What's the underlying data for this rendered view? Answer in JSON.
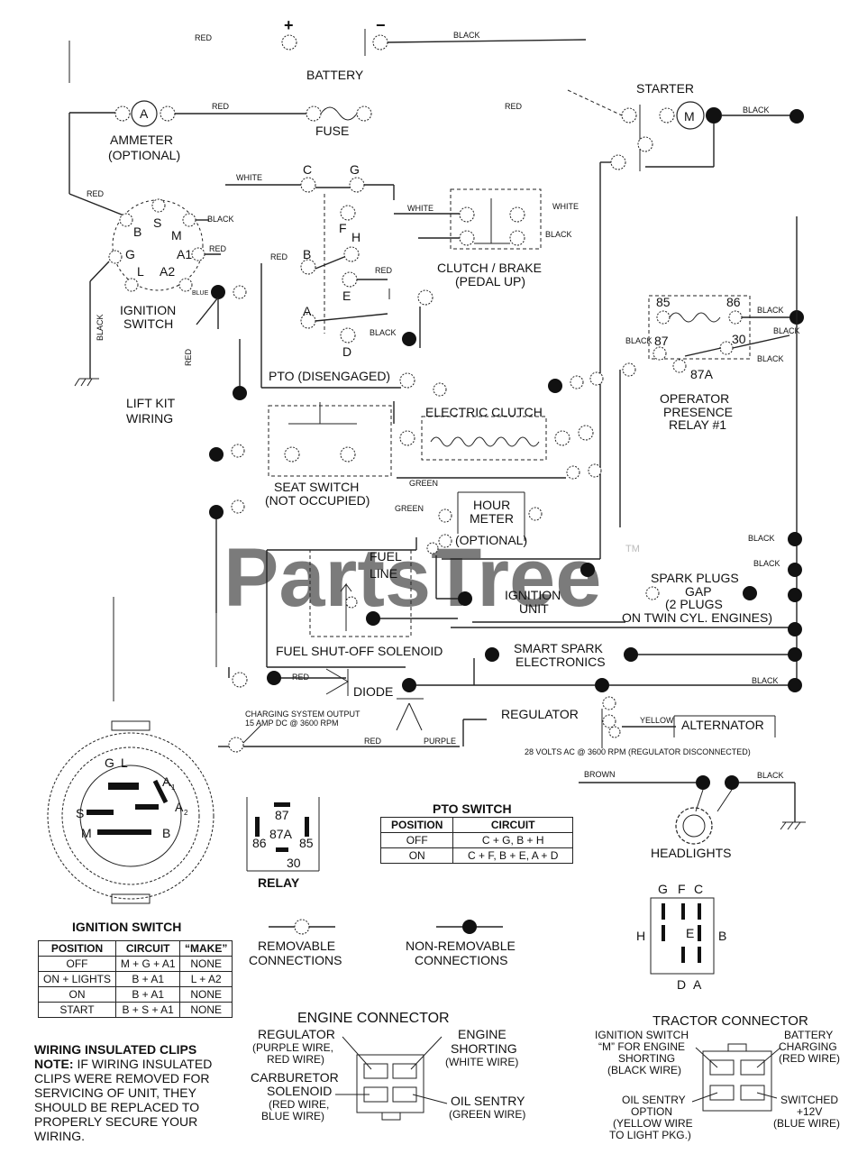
{
  "watermark": "PartsTree",
  "watermark_tm": "TM",
  "battery": {
    "plus": "+",
    "minus": "−",
    "title": "BATTERY",
    "wire_red": "RED",
    "wire_black": "BLACK"
  },
  "ammeter": {
    "symbol": "A",
    "title": "AMMETER",
    "sub": "(OPTIONAL)",
    "wire_red": "RED"
  },
  "fuse": {
    "title": "FUSE"
  },
  "starter": {
    "title": "STARTER",
    "symbol": "M",
    "wire_red": "RED",
    "wire_black": "BLACK"
  },
  "ignition_switch_block": {
    "terminals": [
      "B",
      "S",
      "M",
      "G",
      "A1",
      "L",
      "A2"
    ],
    "title1": "IGNITION",
    "title2": "SWITCH",
    "wires": {
      "red_top": "RED",
      "black": "BLACK",
      "red_right": "RED",
      "blue": "BLUE",
      "black_vertical": "BLACK",
      "red_vertical": "RED"
    }
  },
  "pto_block": {
    "terminals": [
      "C",
      "G",
      "F",
      "H",
      "B",
      "E",
      "A",
      "D"
    ],
    "wire_white": "WHITE",
    "wire_red_left": "RED",
    "wire_red_right": "RED",
    "wire_black": "BLACK",
    "title": "PTO (DISENGAGED)"
  },
  "clutch_brake": {
    "title1": "CLUTCH / BRAKE",
    "title2": "(PEDAL UP)",
    "wire_white_left": "WHITE",
    "wire_white_right": "WHITE",
    "wire_black": "BLACK"
  },
  "relay_block": {
    "t85": "85",
    "t86": "86",
    "t87": "87",
    "t30": "30",
    "t87a": "87A",
    "title1": "OPERATOR",
    "title2": "PRESENCE",
    "title3": "RELAY #1",
    "wire_black1": "BLACK",
    "wire_black2": "BLACK",
    "wire_black3": "BLACK",
    "wire_black4": "BLACK"
  },
  "lift_kit": {
    "title1": "LIFT KIT",
    "title2": "WIRING"
  },
  "electric_clutch": {
    "title": "ELECTRIC CLUTCH"
  },
  "seat_switch": {
    "title1": "SEAT SWITCH",
    "title2": "(NOT OCCUPIED)",
    "wire_green": "GREEN"
  },
  "hour_meter": {
    "title1": "HOUR",
    "title2": "METER",
    "sub": "(OPTIONAL)",
    "wire_green": "GREEN"
  },
  "fuel_line": {
    "title1": "FUEL",
    "title2": "LINE"
  },
  "ignition_unit": {
    "title1": "IGNITION",
    "title2": "UNIT"
  },
  "spark_plugs": {
    "title1": "SPARK PLUGS",
    "title2": "GAP",
    "title3": "(2 PLUGS",
    "title4": "ON TWIN CYL. ENGINES)",
    "wire_black1": "BLACK",
    "wire_black2": "BLACK"
  },
  "fuel_solenoid": {
    "title": "FUEL SHUT-OFF SOLENOID"
  },
  "smart_spark": {
    "title1": "SMART SPARK",
    "title2": "ELECTRONICS"
  },
  "diode": {
    "title": "DIODE",
    "wire_red": "RED",
    "wire_black": "BLACK"
  },
  "regulator": {
    "title": "REGULATOR",
    "wire_red": "RED",
    "wire_purple": "PURPLE",
    "wire_yellow": "YELLOW"
  },
  "charging": {
    "line1": "CHARGING SYSTEM OUTPUT",
    "line2": "15 AMP DC @ 3600 RPM"
  },
  "alternator": {
    "title": "ALTERNATOR",
    "spec": "28 VOLTS AC @ 3600 RPM (REGULATOR DISCONNECTED)"
  },
  "headlights": {
    "title": "HEADLIGHTS",
    "wire_brown": "BROWN",
    "wire_black": "BLACK"
  },
  "switch_face": {
    "g": "G",
    "l": "L",
    "a1": "A",
    "a1sub": "1",
    "a2": "A",
    "a2sub": "2",
    "s": "S",
    "m": "M",
    "b": "B"
  },
  "relay_legend": {
    "t87": "87",
    "t87a": "87A",
    "t86": "86",
    "t85": "85",
    "t30": "30",
    "title": "RELAY"
  },
  "pto_switch_table": {
    "title": "PTO SWITCH",
    "headers": [
      "POSITION",
      "CIRCUIT"
    ],
    "rows": [
      [
        "OFF",
        "C + G, B + H"
      ],
      [
        "ON",
        "C + F, B + E, A + D"
      ]
    ]
  },
  "pto_connector": {
    "g": "G",
    "f": "F",
    "c": "C",
    "h": "H",
    "b": "B",
    "e": "E",
    "d": "D",
    "a": "A"
  },
  "ignition_switch_table": {
    "title": "IGNITION SWITCH",
    "headers": [
      "POSITION",
      "CIRCUIT",
      "“MAKE”"
    ],
    "rows": [
      [
        "OFF",
        "M + G + A1",
        "NONE"
      ],
      [
        "ON + LIGHTS",
        "B + A1",
        "L + A2"
      ],
      [
        "ON",
        "B + A1",
        "NONE"
      ],
      [
        "START",
        "B + S + A1",
        "NONE"
      ]
    ]
  },
  "legend": {
    "removable1": "REMOVABLE",
    "removable2": "CONNECTIONS",
    "nonremovable1": "NON-REMOVABLE",
    "nonremovable2": "CONNECTIONS"
  },
  "clips_note": {
    "title": "WIRING INSULATED CLIPS",
    "note_label": "NOTE:",
    "note_text": " IF WIRING INSULATED CLIPS WERE REMOVED FOR SERVICING OF UNIT, THEY SHOULD BE REPLACED TO PROPERLY SECURE YOUR WIRING."
  },
  "engine_connector": {
    "title": "ENGINE CONNECTOR",
    "reg1": "REGULATOR",
    "reg2": "(PURPLE WIRE,",
    "reg3": "RED WIRE)",
    "carb1": "CARBURETOR",
    "carb2": "SOLENOID",
    "carb3": "(RED WIRE,",
    "carb4": "BLUE WIRE)",
    "eng1": "ENGINE",
    "eng2": "SHORTING",
    "eng3": "(WHITE WIRE)",
    "oil1": "OIL SENTRY",
    "oil2": "(GREEN WIRE)"
  },
  "tractor_connector": {
    "title": "TRACTOR CONNECTOR",
    "ign1": "IGNITION SWITCH",
    "ign2": "“M” FOR ENGINE",
    "ign3": "SHORTING",
    "ign4": "(BLACK WIRE)",
    "bat1": "BATTERY",
    "bat2": "CHARGING",
    "bat3": "(RED WIRE)",
    "oil1": "OIL SENTRY",
    "oil2": "OPTION",
    "oil3": "(YELLOW WIRE",
    "oil4": "TO LIGHT PKG.)",
    "sw1": "SWITCHED",
    "sw2": "+12V",
    "sw3": "(BLUE WIRE)"
  }
}
